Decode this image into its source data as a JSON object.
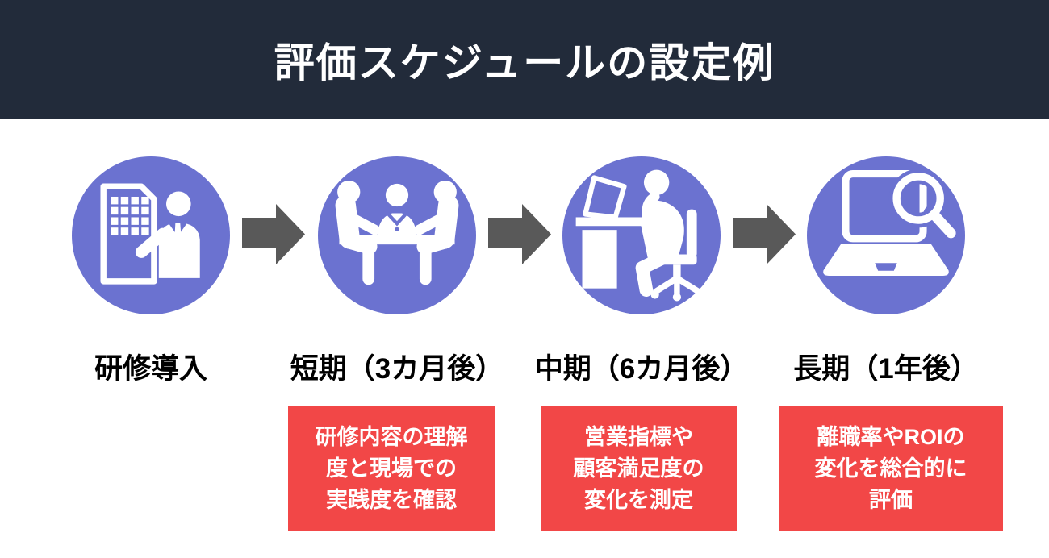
{
  "header": {
    "title": "評価スケジュールの設定例"
  },
  "colors": {
    "header_bg": "#222b3a",
    "title_text": "#ffffff",
    "circle_fill": "#6b72d0",
    "icon": "#ffffff",
    "arrow": "#595959",
    "note_box_bg": "#f24747",
    "note_box_text": "#ffffff",
    "label_text": "#000000",
    "page_bg": "#ffffff"
  },
  "flow": {
    "arrow_icon": "right-arrow-icon",
    "arrow_direction": "right"
  },
  "steps": [
    {
      "label": "研修導入",
      "icon": "building-presenter-icon"
    },
    {
      "label": "短期（3カ月後）",
      "icon": "meeting-table-icon",
      "box": {
        "full_text": "研修内容の理解度と現場での実践度を確認",
        "lines": [
          "研修内容の理解",
          "度と現場での",
          "実践度を確認"
        ]
      }
    },
    {
      "label": "中期（6カ月後）",
      "icon": "desk-work-icon",
      "box": {
        "full_text": "営業指標や顧客満足度の変化を測定",
        "lines": [
          "営業指標や",
          "顧客満足度の",
          "変化を測定"
        ]
      }
    },
    {
      "label": "長期（1年後）",
      "icon": "laptop-search-icon",
      "box": {
        "full_text": "離職率やROIの変化を総合的に評価",
        "lines": [
          "離職率やROIの",
          "変化を総合的に",
          "評価"
        ]
      }
    }
  ]
}
